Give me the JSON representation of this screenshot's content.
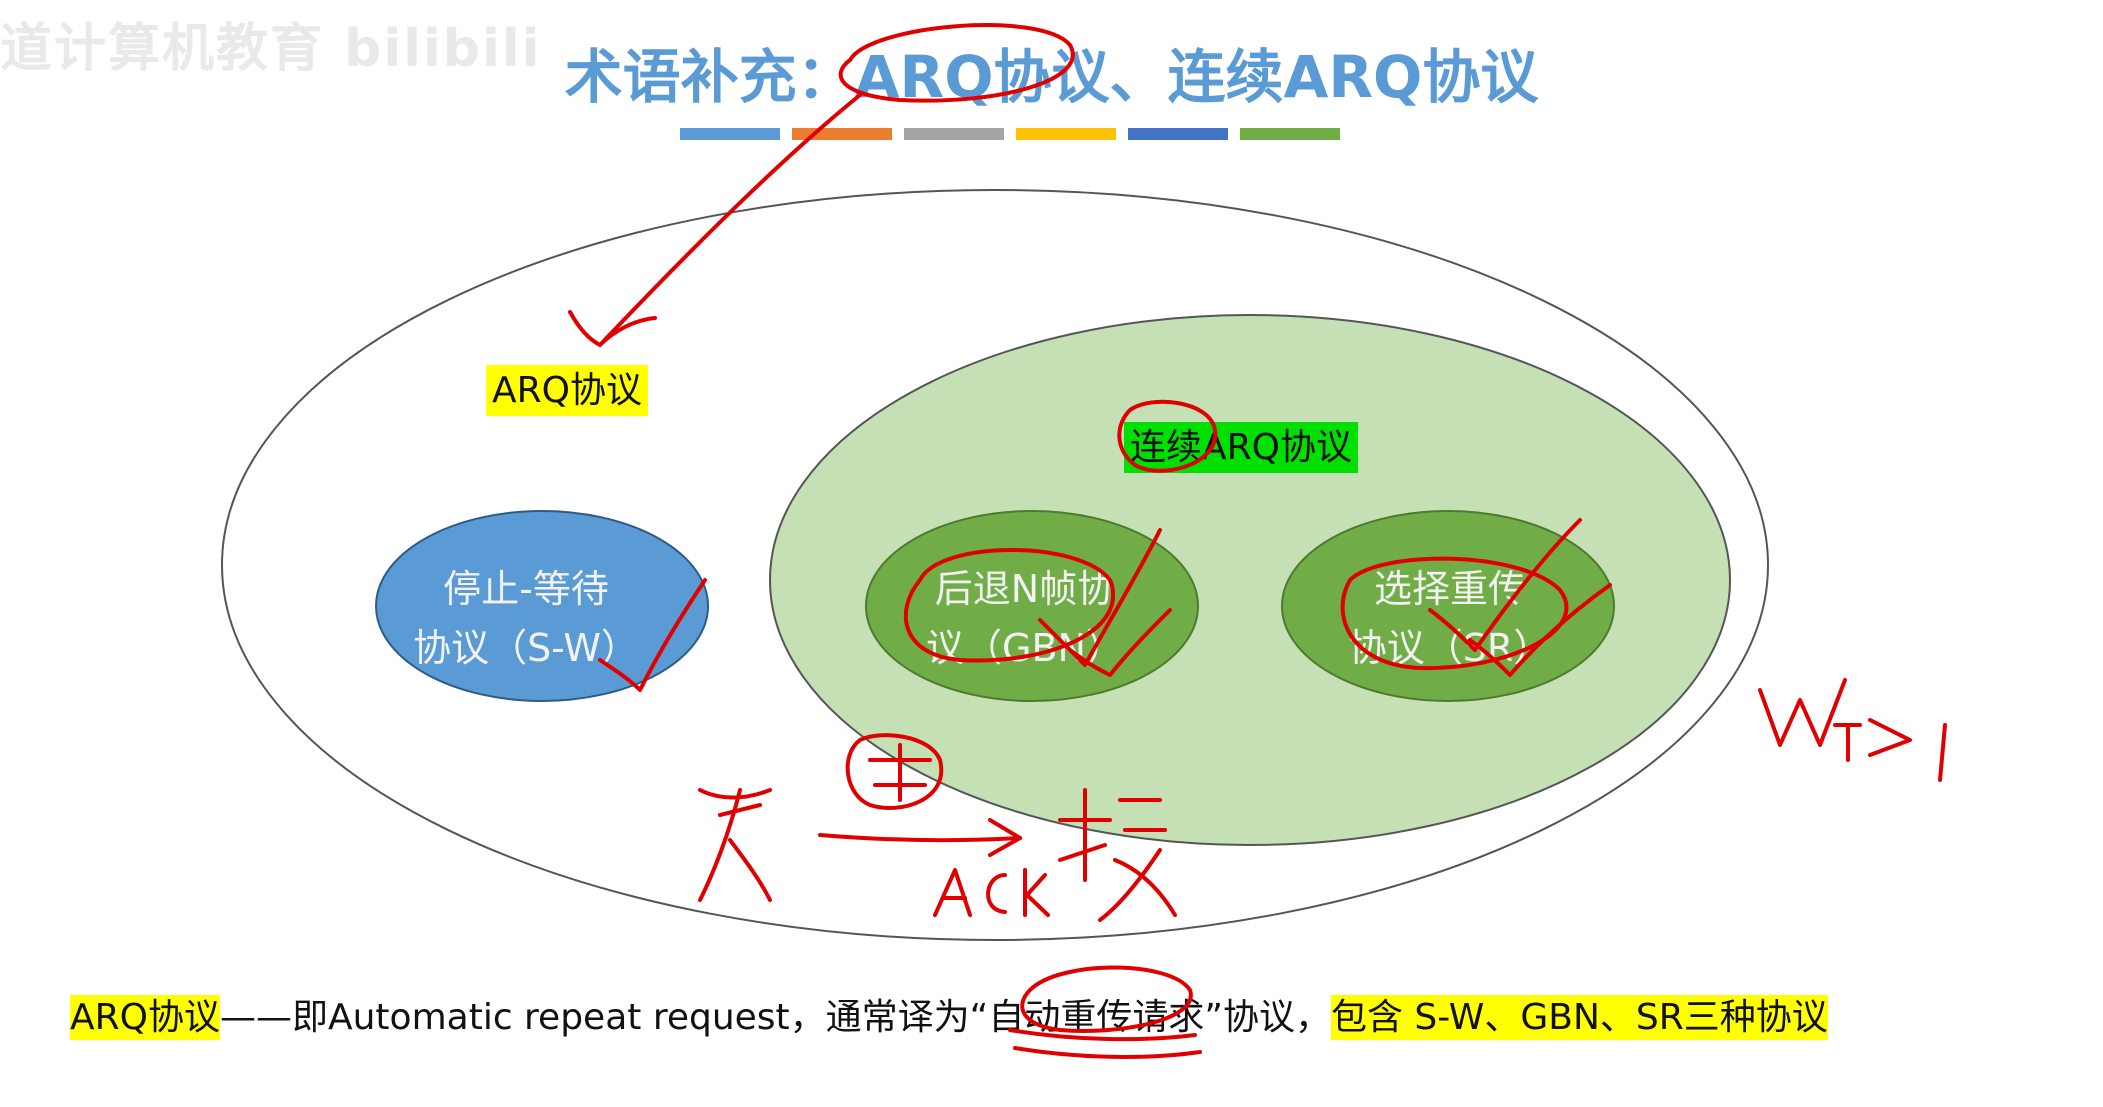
{
  "watermark": "道计算机教育 bilibili",
  "title": "术语补充：ARQ协议、连续ARQ协议",
  "color_bars": [
    "#5b9bd5",
    "#ed7d31",
    "#a5a5a5",
    "#ffc000",
    "#4472c4",
    "#70ad47"
  ],
  "diagram": {
    "outer_label": "ARQ协议",
    "continuous_label": "连续ARQ协议",
    "sw": {
      "line1": "停止-等待",
      "line2": "协议（S-W）"
    },
    "gbn": {
      "line1": "后退N帧协",
      "line2": "议（GBN）"
    },
    "sr": {
      "line1": "选择重传",
      "line2": "协议（SR）"
    }
  },
  "bottom": {
    "term": "ARQ协议",
    "middle": "——即Automatic repeat request，通常译为“自动重传请求”协议，",
    "highlight": "包含 S-W、GBN、SR三种协议"
  },
  "colors": {
    "title": "#5b9bd5",
    "sw_fill": "#5b9bd5",
    "continuous_fill": "#c5e0b4",
    "inner_green": "#70ad47",
    "annotation_red": "#e00000"
  }
}
